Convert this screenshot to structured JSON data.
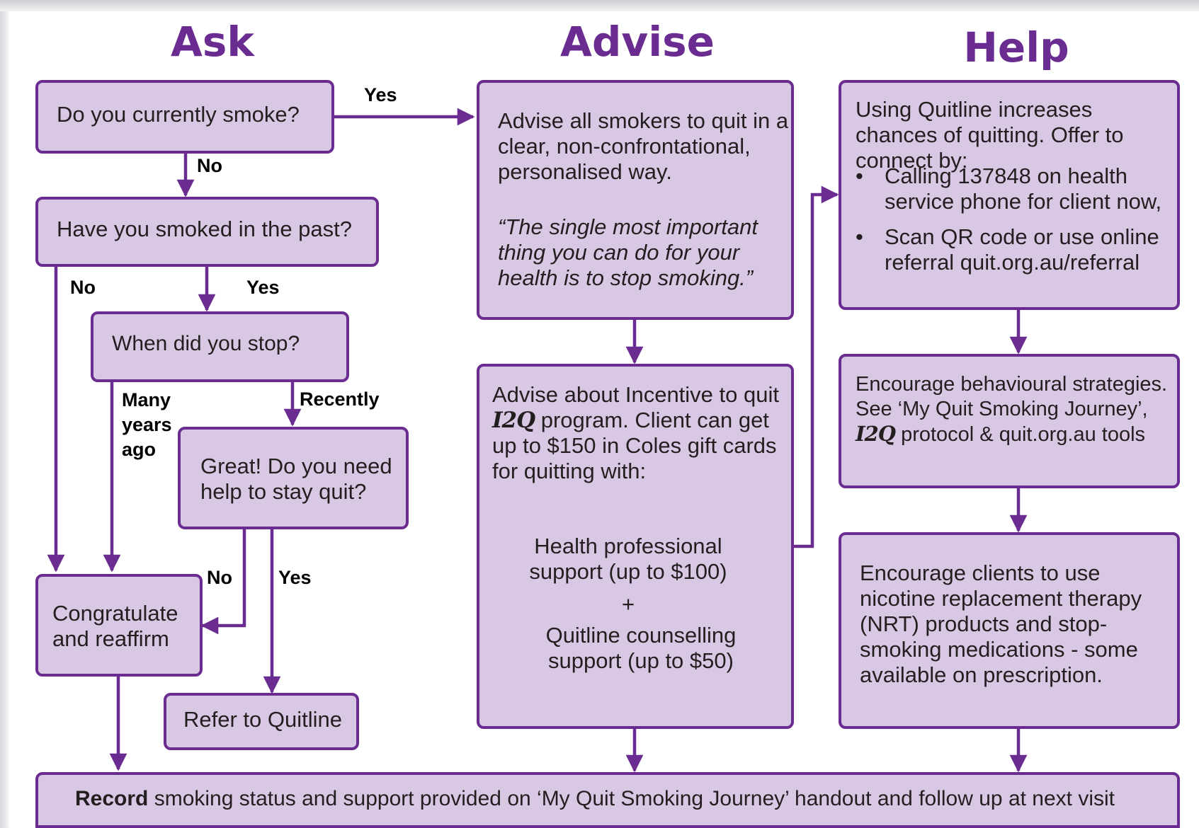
{
  "headings": {
    "ask": "Ask",
    "advise": "Advise",
    "help": "Help"
  },
  "ask": {
    "q_current": "Do you currently smoke?",
    "q_past": "Have you smoked in the past?",
    "q_when": "When did you stop?",
    "q_great": "Great! Do you need help to stay quit?",
    "congratulate": "Congratulate and reaffirm",
    "refer": "Refer to Quitline",
    "labels": {
      "yes_current": "Yes",
      "no_current": "No",
      "no_past": "No",
      "yes_past": "Yes",
      "many_years": "Many years ago",
      "recently": "Recently",
      "no_great": "No",
      "yes_great": "Yes"
    }
  },
  "advise": {
    "box1_text": "Advise all smokers to quit in a clear, non-confrontational, personalised way.",
    "box1_quote": "“The single most important thing you can do for your health is to stop smoking.”",
    "box2_intro_pre": "Advise about Incentive to quit",
    "box2_logo": "I2Q",
    "box2_intro_post": "program. Client can get up to $150 in Coles gift cards for quitting with:",
    "box2_hp": "Health professional support (up to $100)",
    "box2_plus": "+",
    "box2_ql": "Quitline counselling support (up to $50)"
  },
  "help": {
    "box1_intro": "Using Quitline increases chances of quitting. Offer to connect by:",
    "bullet_char": "•",
    "box1_bullets": [
      "Calling 137848 on health service phone for client now,",
      "Scan QR code or use online referral quit.org.au/referral"
    ],
    "box2_pre": "Encourage behavioural strategies. See ‘My Quit Smoking Journey’,",
    "box2_logo": "I2Q",
    "box2_post": "protocol & quit.org.au tools",
    "box3_text": "Encourage clients to use nicotine replacement therapy (NRT) products and stop-smoking medications -  some available on prescription."
  },
  "record": {
    "bold": "Record",
    "rest": "smoking status and support provided on ‘My Quit Smoking Journey’ handout and follow up at next visit"
  },
  "colors": {
    "accent": "#6a2c91",
    "box_fill": "#d9c8e3"
  }
}
